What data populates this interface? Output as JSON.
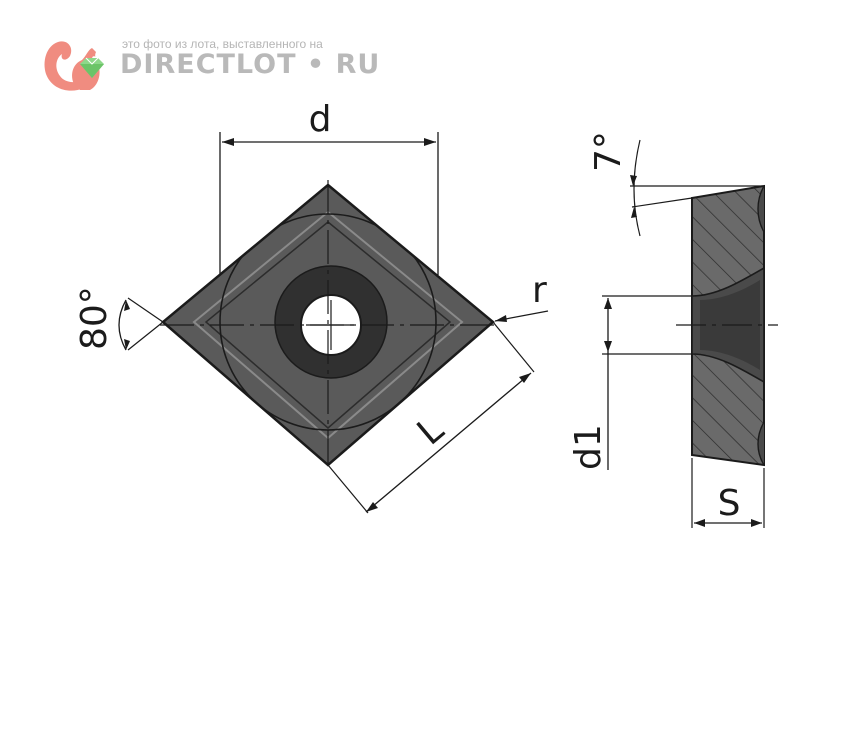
{
  "watermark": {
    "caption": "это фото из лота, выставленного на",
    "brand": "DIRECTLOT • RU",
    "logo_icon": "squirrel-gem-icon",
    "color": "#b9b9b9",
    "logo_color": "#f08c80"
  },
  "labels": {
    "d": "d",
    "angle_80": "80°",
    "r": "r",
    "L": "L",
    "angle_7": "7°",
    "d1": "d1",
    "S": "S"
  },
  "colors": {
    "insert_fill": "#5a5a5a",
    "insert_dark": "#3a3a3a",
    "line": "#1b1b1b",
    "hatch_bg": "#6a6a6a"
  }
}
